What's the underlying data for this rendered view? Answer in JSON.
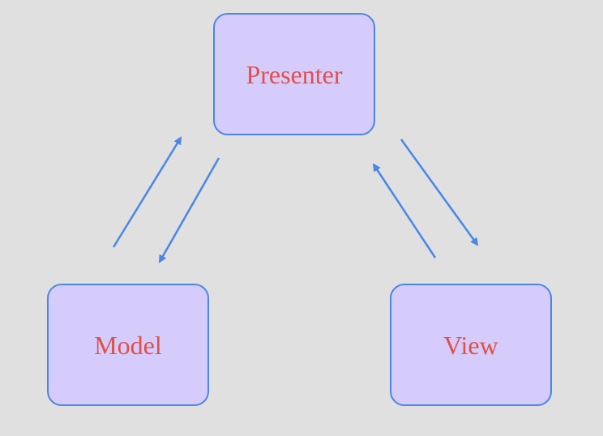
{
  "nodes": {
    "presenter": {
      "label": "Presenter"
    },
    "model": {
      "label": "Model"
    },
    "view": {
      "label": "View"
    }
  },
  "edges": [
    {
      "from": "model",
      "to": "presenter"
    },
    {
      "from": "presenter",
      "to": "model"
    },
    {
      "from": "view",
      "to": "presenter"
    },
    {
      "from": "presenter",
      "to": "view"
    }
  ],
  "colors": {
    "background": "#e0e0e0",
    "node_fill": "#d6ccfb",
    "node_border": "#4a86e8",
    "label": "#e0504a",
    "arrow": "#4a86e8"
  }
}
